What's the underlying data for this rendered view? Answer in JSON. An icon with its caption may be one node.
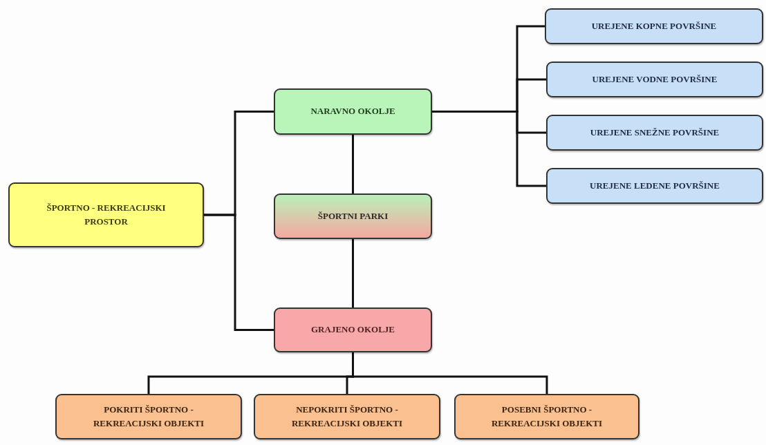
{
  "diagram": {
    "nodes": [
      {
        "text": [
          "ŠPORTNO - REKREACIJSKI PROSTOR"
        ]
      },
      {
        "text": [
          "NARAVNO OKOLJE"
        ]
      },
      {
        "text": [
          "ŠPORTNI PARKI"
        ]
      },
      {
        "text": [
          "GRAJENO OKOLJE"
        ]
      },
      {
        "text": [
          "UREJENE KOPNE POVRŠINE"
        ]
      },
      {
        "text": [
          "UREJENE VODNE POVRŠINE"
        ]
      },
      {
        "text": [
          "UREJENE SNEŽNE POVRŠINE"
        ]
      },
      {
        "text": [
          "UREJENE LEDENE POVRŠINE"
        ]
      },
      {
        "text": [
          "POKRITI ŠPORTNO - REKREACIJSKI OBJEKTI"
        ]
      },
      {
        "text": [
          "NEPOKRITI ŠPORTNO - REKREACIJSKI OBJEKTI"
        ]
      },
      {
        "text": [
          "POSEBNI ŠPORTNO - REKREACIJSKI OBJEKTI"
        ]
      }
    ],
    "edges": [
      {
        "from": 0,
        "to": 1,
        "arrow": "none"
      },
      {
        "from": 0,
        "to": 3,
        "arrow": "none"
      },
      {
        "from": 1,
        "to": 2,
        "arrow": "none"
      },
      {
        "from": 2,
        "to": 3,
        "arrow": "none"
      },
      {
        "from": 1,
        "to": 4,
        "arrow": "none"
      },
      {
        "from": 1,
        "to": 5,
        "arrow": "none"
      },
      {
        "from": 1,
        "to": 6,
        "arrow": "none"
      },
      {
        "from": 1,
        "to": 7,
        "arrow": "none"
      },
      {
        "from": 3,
        "to": 8,
        "arrow": "none"
      },
      {
        "from": 3,
        "to": 9,
        "arrow": "none"
      },
      {
        "from": 3,
        "to": 10,
        "arrow": "none"
      }
    ]
  }
}
